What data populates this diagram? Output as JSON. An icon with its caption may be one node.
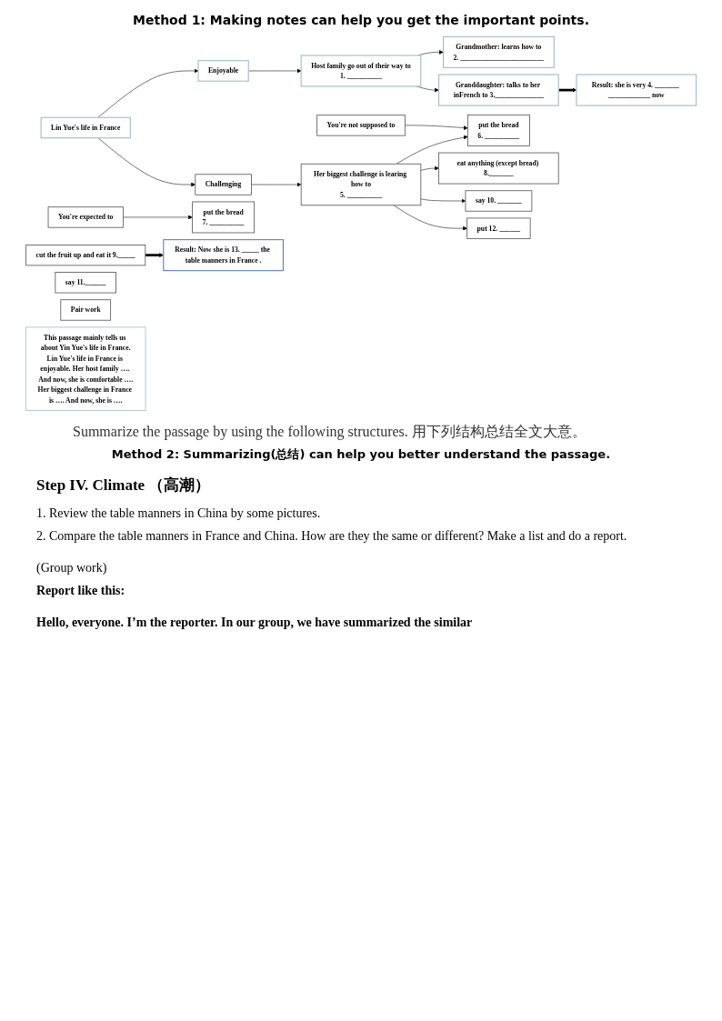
{
  "diagram": {
    "title": "Method 1: Making notes can help you get the important points.",
    "nodes": [
      {
        "text": [
          "Lin Yue's life in France"
        ]
      },
      {
        "text": [
          "Enjoyable"
        ]
      },
      {
        "text": [
          "Host family go out of their way to",
          "1. __________"
        ]
      },
      {
        "text": [
          "Grandmother: learns how to",
          "2. ________________________"
        ]
      },
      {
        "text": [
          "Granddaughter: talks to her inFrench to 3.______________"
        ]
      },
      {
        "text": [
          "Result: she is very 4. _______ ____________ now"
        ]
      },
      {
        "text": [
          "Challenging"
        ]
      },
      {
        "text": [
          "Her biggest challenge is learing how to",
          "5. __________"
        ]
      },
      {
        "text": [
          "You're not supposed to"
        ]
      },
      {
        "text": [
          "You're expected to"
        ]
      },
      {
        "text": [
          "put the bread",
          "6. __________"
        ]
      },
      {
        "text": [
          "eat anything (except bread) 8._______"
        ]
      },
      {
        "text": [
          "say 10. _______"
        ]
      },
      {
        "text": [
          "put 12. ______"
        ]
      },
      {
        "text": [
          "put the bread",
          "7. __________"
        ]
      },
      {
        "text": [
          "cut the fruit up and eat it 9._____"
        ]
      },
      {
        "text": [
          "say 11.______"
        ]
      },
      {
        "text": [
          "Result: Now she is 13. _____ the table manners in France ."
        ]
      },
      {
        "text": [
          "Pair work"
        ]
      },
      {
        "text": [
          "This passage mainly tells us about Yin Yue's life in France.",
          "Lin Yue's life in France is enjoyable. Her host family …. And now, she is comfortable ….",
          "Her biggest challenge in France is …. And now, she is …."
        ]
      }
    ],
    "edges": [
      {
        "from": 0,
        "to": 1,
        "arrow": "to"
      },
      {
        "from": 1,
        "to": 2,
        "arrow": "to"
      },
      {
        "from": 2,
        "to": 3,
        "arrow": "to"
      },
      {
        "from": 2,
        "to": 4,
        "arrow": "to"
      },
      {
        "from": 4,
        "to": 5,
        "arrow": "to",
        "style": "thick"
      },
      {
        "from": 0,
        "to": 6,
        "arrow": "to"
      },
      {
        "from": 6,
        "to": 7,
        "arrow": "to"
      },
      {
        "from": 7,
        "to": 10,
        "arrow": "to"
      },
      {
        "from": 7,
        "to": 11,
        "arrow": "to"
      },
      {
        "from": 7,
        "to": 12,
        "arrow": "to"
      },
      {
        "from": 7,
        "to": 13,
        "arrow": "to"
      },
      {
        "from": 8,
        "to": 10,
        "arrow": "to"
      },
      {
        "from": 9,
        "to": 14,
        "arrow": "to"
      },
      {
        "from": 15,
        "to": 17,
        "arrow": "to",
        "style": "thick"
      }
    ],
    "labels": [
      "Summarize the passage by using the following structures. 用下列结构总结全文大意。",
      "Method 2: Summarizing(总结) can help you better understand the passage.",
      "Step IV. Climate （高潮）",
      "1. Review the table manners in China by some pictures.",
      "2. Compare the table manners in France and China. How are they the same or different? Make a list and do a report.",
      "(Group work)",
      "Report like this:",
      "Hello, everyone. I’m the reporter. In our group, we have summarized the similar"
    ]
  }
}
